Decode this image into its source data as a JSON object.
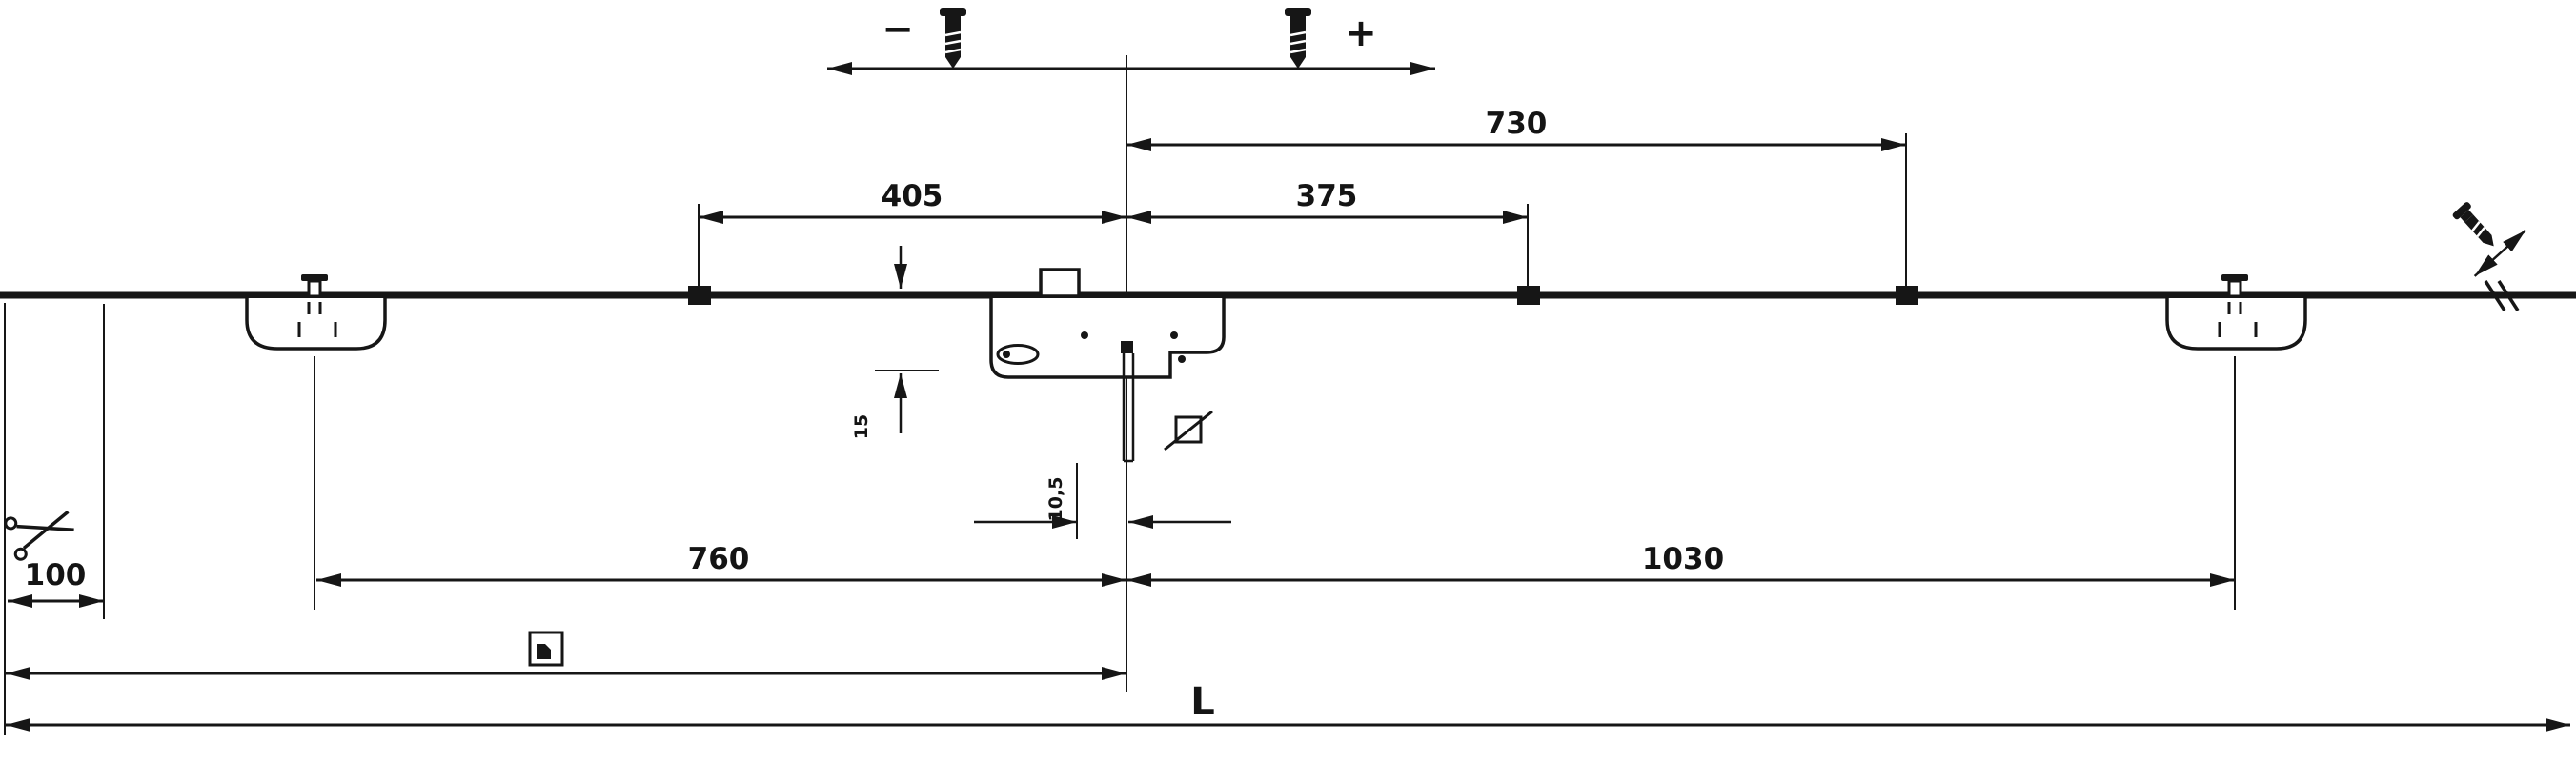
{
  "palette": {
    "ink": "#161616",
    "background": "#ffffff"
  },
  "dims": {
    "d730": "730",
    "d405": "405",
    "d375": "375",
    "d760": "760",
    "d1030": "1030",
    "d100": "100",
    "dL": "L",
    "face_to_axis": "15",
    "pin_offset": "10,5"
  },
  "adjust": {
    "minus": "−",
    "plus": "+"
  },
  "icons": {
    "screw": "screw-icon",
    "scissors": "scissors-icon",
    "tilt_screw": "tilt-screw-icon",
    "square_spindle": "square-spindle-icon",
    "note_box": "note-box-icon"
  }
}
